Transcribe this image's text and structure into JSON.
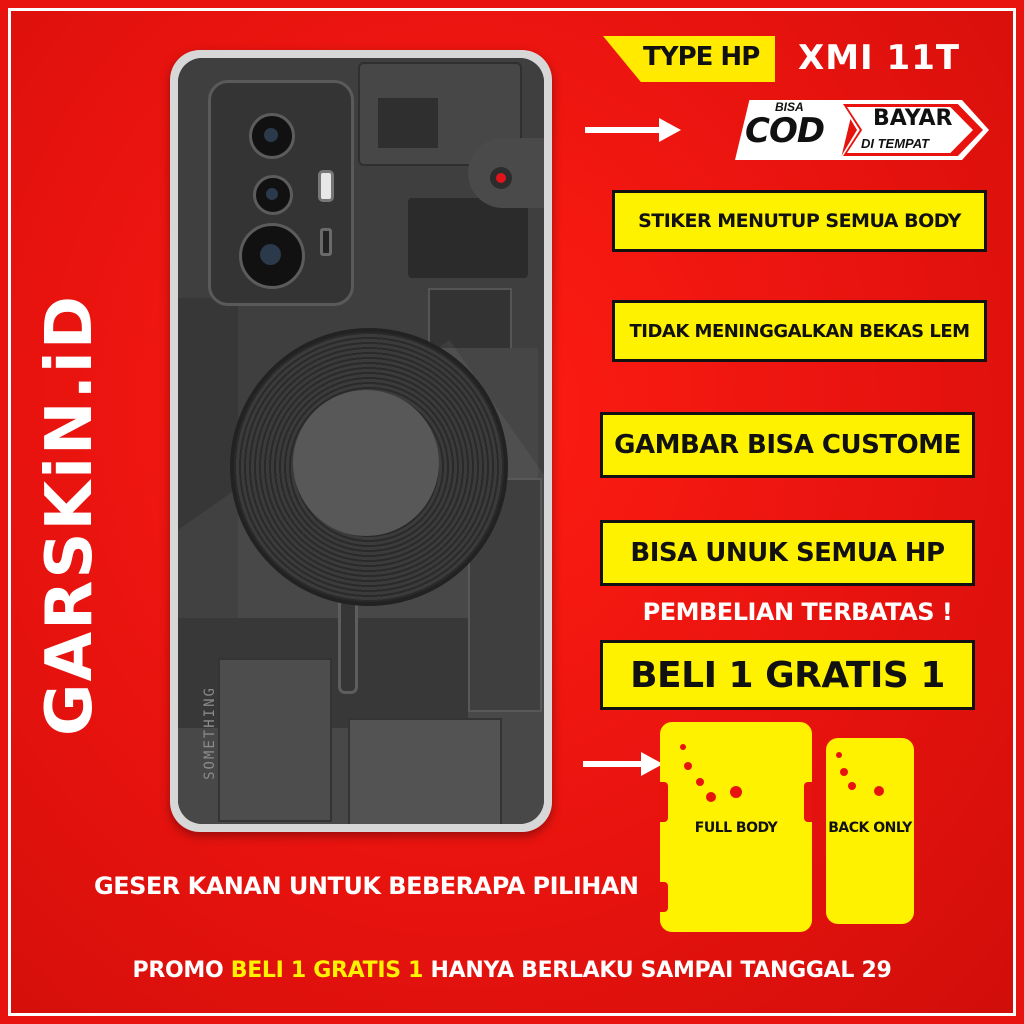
{
  "brand": {
    "name": "GARSKiN.iD"
  },
  "phone": {
    "engraving": "SOMETHING"
  },
  "type_tag": {
    "label": "TYPE HP",
    "model": "XMI 11T"
  },
  "cod_badge": {
    "bisa": "BISA",
    "cod": "COD",
    "bayar": "BAYAR",
    "di_tempat": "DI TEMPAT"
  },
  "features": [
    "STIKER MENUTUP SEMUA BODY",
    "TIDAK MENINGGALKAN BEKAS LEM",
    "GAMBAR BISA CUSTOME",
    "BISA UNUK SEMUA HP"
  ],
  "limited": "PEMBELIAN TERBATAS !",
  "offer": "BELI 1 GRATIS 1",
  "skins": {
    "full": "FULL BODY",
    "back": "BACK ONLY"
  },
  "swipe": "GESER KANAN UNTUK BEBERAPA PILIHAN",
  "promo": {
    "prefix": "PROMO",
    "highlight": "BELI 1 GRATIS 1",
    "suffix": "HANYA BERLAKU SAMPAI TANGGAL 29"
  },
  "colors": {
    "background": "#e8130f",
    "accent": "#fff200",
    "text": "#ffffff"
  }
}
